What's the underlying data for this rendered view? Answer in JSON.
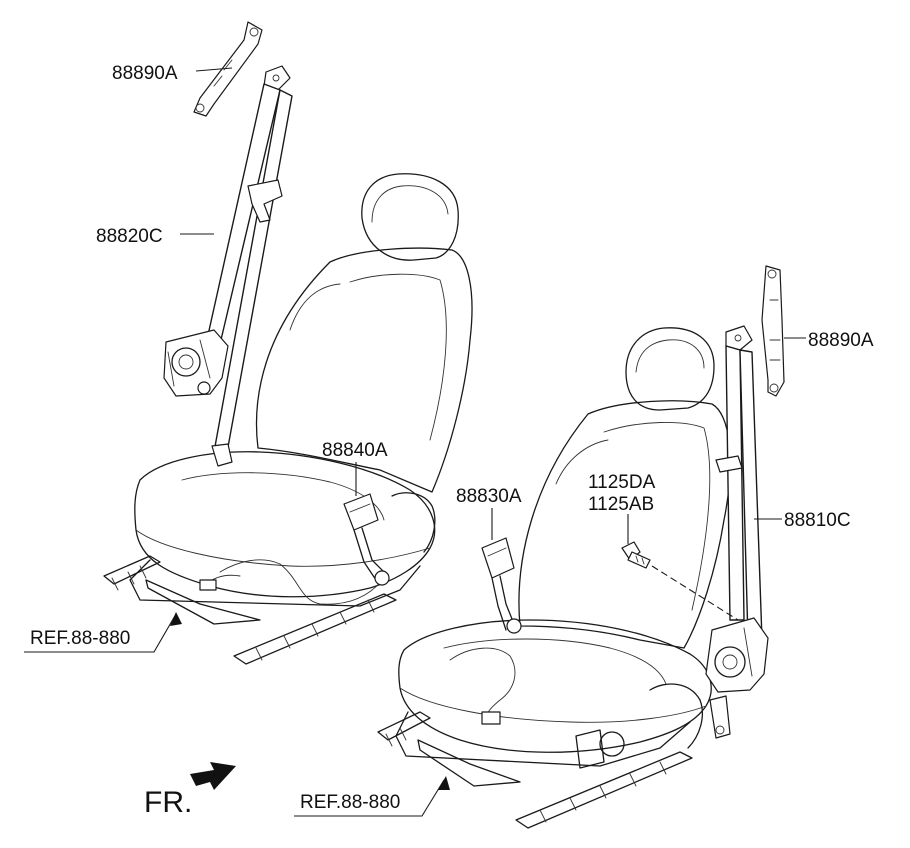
{
  "labels": {
    "upper_anchor_left": "88890A",
    "belt_left": "88820C",
    "buckle_left": "88840A",
    "buckle_right": "88830A",
    "bolt_1": "1125DA",
    "bolt_2": "1125AB",
    "upper_anchor_right": "88890A",
    "belt_right": "88810C",
    "ref_left": "REF.88-880",
    "ref_right": "REF.88-880",
    "front": "FR."
  }
}
